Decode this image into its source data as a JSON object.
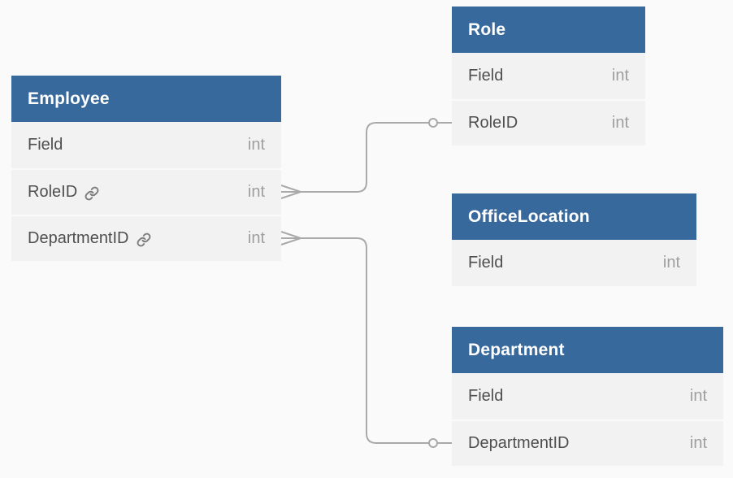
{
  "diagram": {
    "background_color": "#fafafa",
    "theme": {
      "header_bg_color": "#38699c",
      "header_text_color": "#ffffff",
      "row_bg_color": "#f2f2f2",
      "row_separator_color": "#fafafa",
      "field_text_color": "#4f4f4f",
      "type_text_color": "#9e9e9e",
      "connector_color": "#a9a9a9",
      "fk_icon_color": "#7d7d7d",
      "fk_icon": "link-icon"
    },
    "tables": [
      {
        "name": "Employee",
        "fields": [
          {
            "name": "Field",
            "type": "int",
            "foreign_key": false
          },
          {
            "name": "RoleID",
            "type": "int",
            "foreign_key": true
          },
          {
            "name": "DepartmentID",
            "type": "int",
            "foreign_key": true
          }
        ]
      },
      {
        "name": "Role",
        "fields": [
          {
            "name": "Field",
            "type": "int",
            "foreign_key": false
          },
          {
            "name": "RoleID",
            "type": "int",
            "foreign_key": false
          }
        ]
      },
      {
        "name": "OfficeLocation",
        "fields": [
          {
            "name": "Field",
            "type": "int",
            "foreign_key": false
          }
        ]
      },
      {
        "name": "Department",
        "fields": [
          {
            "name": "Field",
            "type": "int",
            "foreign_key": false
          },
          {
            "name": "DepartmentID",
            "type": "int",
            "foreign_key": false
          }
        ]
      }
    ],
    "relationships": [
      {
        "from": "Employee.RoleID",
        "to": "Role.RoleID",
        "from_cardinality": "many",
        "to_cardinality": "one"
      },
      {
        "from": "Employee.DepartmentID",
        "to": "Department.DepartmentID",
        "from_cardinality": "many",
        "to_cardinality": "one"
      }
    ]
  }
}
